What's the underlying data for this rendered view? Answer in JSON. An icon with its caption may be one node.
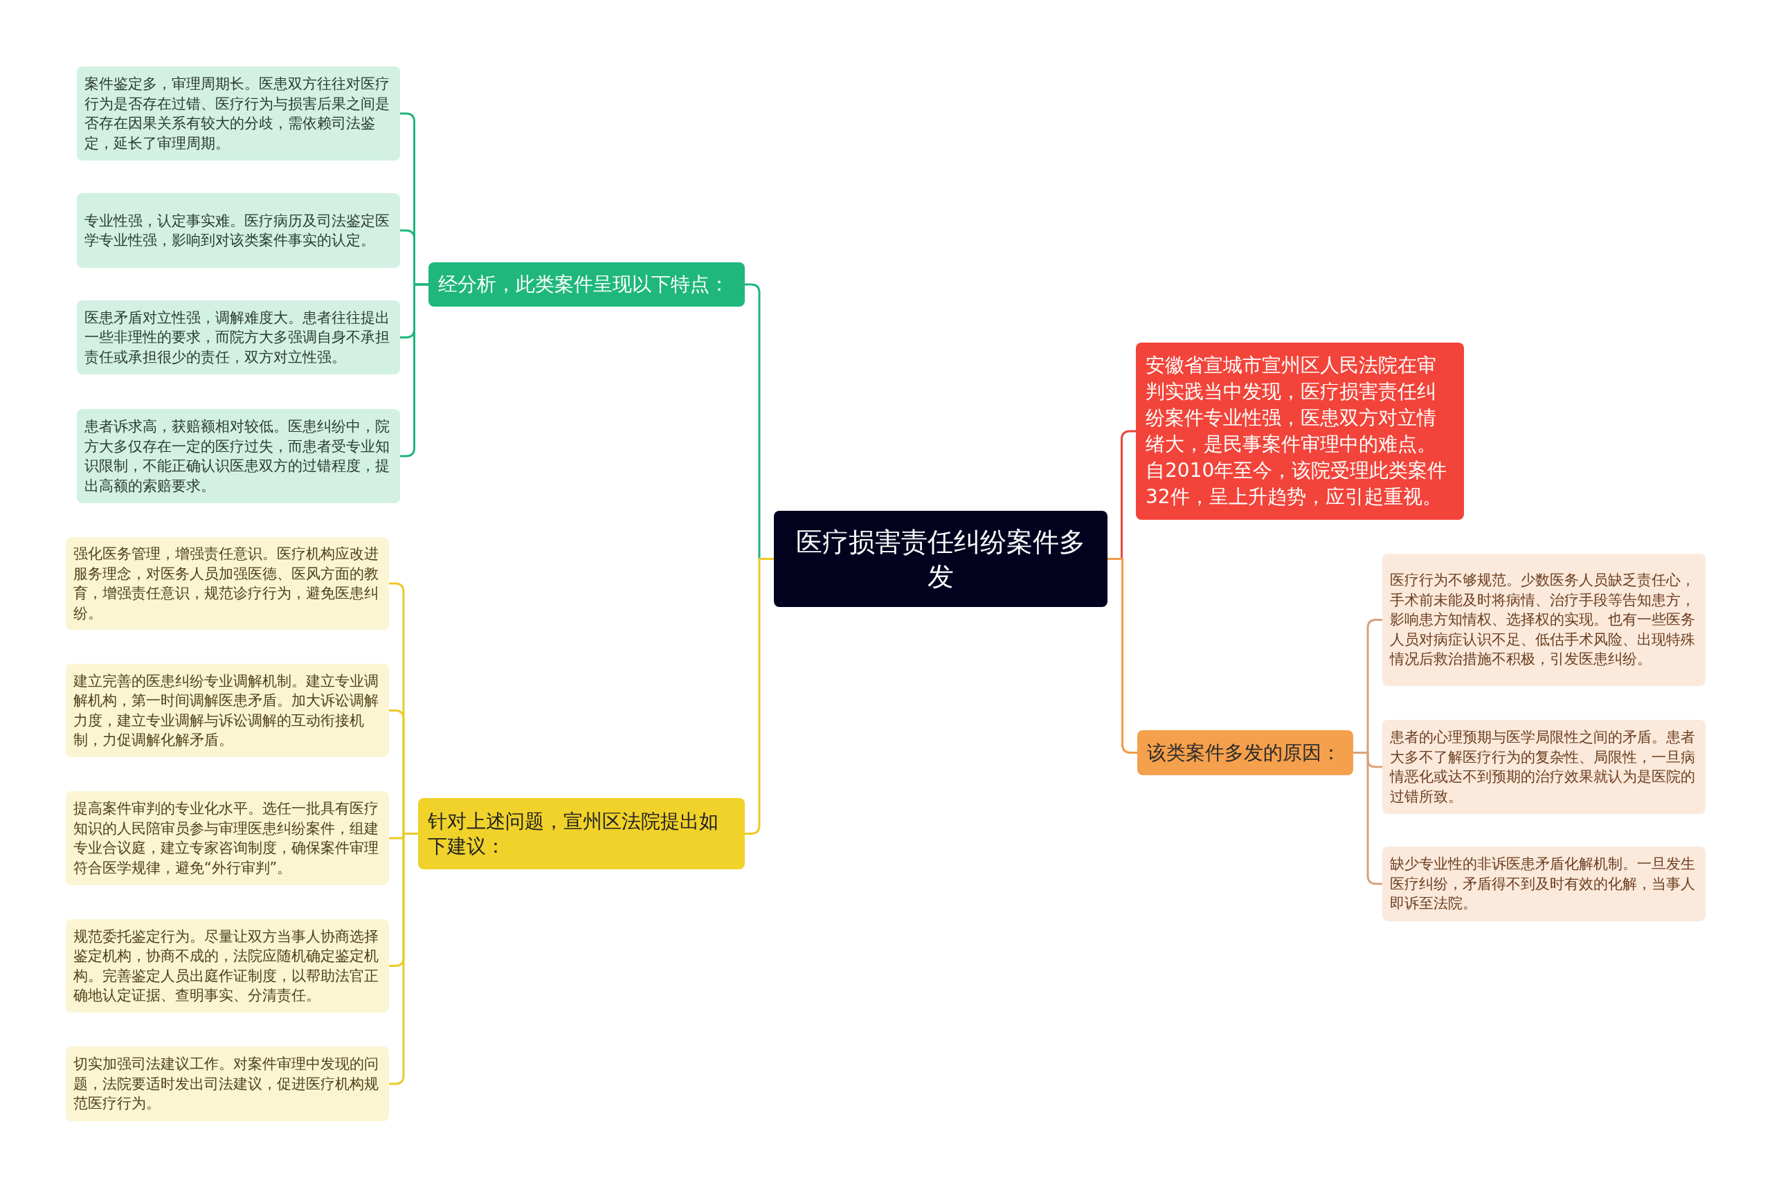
{
  "diagram": {
    "nodes": [
      {
        "text": [
          "医疗损害责任纠纷案件多发"
        ]
      },
      {
        "text": [
          "经分析，此类案件呈现以下特点："
        ]
      },
      {
        "text": [
          "案件鉴定多，审理周期长。医患双方往往对医疗行为是否存在过错、医疗行为与损害后果之间是否存在因果关系有较大的分歧，需依赖司法鉴定，延长了审理周期。"
        ]
      },
      {
        "text": [
          "专业性强，认定事实难。医疗病历及司法鉴定医学专业性强，影响到对该类案件事实的认定。"
        ]
      },
      {
        "text": [
          "医患矛盾对立性强，调解难度大。患者往往提出一些非理性的要求，而院方大多强调自身不承担责任或承担很少的责任，双方对立性强。"
        ]
      },
      {
        "text": [
          "患者诉求高，获赔额相对较低。医患纠纷中，院方大多仅存在一定的医疗过失，而患者受专业知识限制，不能正确认识医患双方的过错程度，提出高额的索赔要求。"
        ]
      },
      {
        "text": [
          "针对上述问题，宣州区法院提出如下建议："
        ]
      },
      {
        "text": [
          "强化医务管理，增强责任意识。医疗机构应改进服务理念，对医务人员加强医德、医风方面的教育，增强责任意识，规范诊疗行为，避免医患纠纷。"
        ]
      },
      {
        "text": [
          "建立完善的医患纠纷专业调解机制。建立专业调解机构，第一时间调解医患矛盾。加大诉讼调解力度，建立专业调解与诉讼调解的互动衔接机制，力促调解化解矛盾。"
        ]
      },
      {
        "text": [
          "提高案件审判的专业化水平。选任一批具有医疗知识的人民陪审员参与审理医患纠纷案件，组建专业合议庭，建立专家咨询制度，确保案件审理符合医学规律，避免“外行审判”。"
        ]
      },
      {
        "text": [
          "规范委托鉴定行为。尽量让双方当事人协商选择鉴定机构，协商不成的，法院应随机确定鉴定机构。完善鉴定人员出庭作证制度，以帮助法官正确地认定证据、查明事实、分清责任。"
        ]
      },
      {
        "text": [
          "切实加强司法建议工作。对案件审理中发现的问题，法院要适时发出司法建议，促进医疗机构规范医疗行为。"
        ]
      },
      {
        "text": [
          "安徽省宣城市宣州区人民法院在审判实践当中发现，医疗损害责任纠纷案件专业性强，医患双方对立情绪大，是民事案件审理中的难点。自2010年至今，该院受理此类案件32件，呈上升趋势，应引起重视。"
        ]
      },
      {
        "text": [
          "该类案件多发的原因："
        ]
      },
      {
        "text": [
          "医疗行为不够规范。少数医务人员缺乏责任心，手术前未能及时将病情、治疗手段等告知患方，影响患方知情权、选择权的实现。也有一些医务人员对病症认识不足、低估手术风险、出现特殊情况后救治措施不积极，引发医患纠纷。"
        ]
      },
      {
        "text": [
          "患者的心理预期与医学局限性之间的矛盾。患者大多不了解医疗行为的复杂性、局限性，一旦病情恶化或达不到预期的治疗效果就认为是医院的过错所致。"
        ]
      },
      {
        "text": [
          "缺少专业性的非诉医患矛盾化解机制。一旦发生医疗纠纷，矛盾得不到及时有效的化解，当事人即诉至法院。"
        ]
      }
    ],
    "edges": [
      {
        "from": 0,
        "to": 1,
        "arrow": "none",
        "color": "#1fb77c"
      },
      {
        "from": 1,
        "to": 2,
        "arrow": "none",
        "color": "#1fb77c"
      },
      {
        "from": 1,
        "to": 3,
        "arrow": "none",
        "color": "#1fb77c"
      },
      {
        "from": 1,
        "to": 4,
        "arrow": "none",
        "color": "#1fb77c"
      },
      {
        "from": 1,
        "to": 5,
        "arrow": "none",
        "color": "#1fb77c"
      },
      {
        "from": 0,
        "to": 6,
        "arrow": "none",
        "color": "#ecca2a"
      },
      {
        "from": 6,
        "to": 7,
        "arrow": "none",
        "color": "#ecca2a"
      },
      {
        "from": 6,
        "to": 8,
        "arrow": "none",
        "color": "#ecca2a"
      },
      {
        "from": 6,
        "to": 9,
        "arrow": "none",
        "color": "#ecca2a"
      },
      {
        "from": 6,
        "to": 10,
        "arrow": "none",
        "color": "#ecca2a"
      },
      {
        "from": 6,
        "to": 11,
        "arrow": "none",
        "color": "#ecca2a"
      },
      {
        "from": 0,
        "to": 12,
        "arrow": "none",
        "color": "#e8463a"
      },
      {
        "from": 0,
        "to": 13,
        "arrow": "none",
        "color": "#f09a48"
      },
      {
        "from": 13,
        "to": 14,
        "arrow": "none",
        "color": "#d9a27a"
      },
      {
        "from": 13,
        "to": 15,
        "arrow": "none",
        "color": "#d9a27a"
      },
      {
        "from": 13,
        "to": 16,
        "arrow": "none",
        "color": "#d9a27a"
      }
    ]
  }
}
